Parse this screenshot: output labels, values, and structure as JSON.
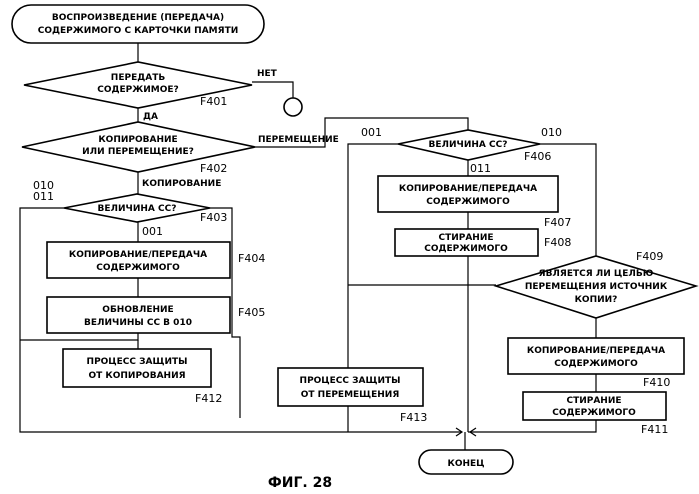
{
  "start": [
    "ВОСПРОИЗВЕДЕНИЕ (ПЕРЕДАЧА)",
    "СОДЕРЖИМОГО С КАРТОЧКИ ПАМЯТИ"
  ],
  "end": "КОНЕЦ",
  "figure_caption": "ФИГ. 28",
  "decisions": {
    "F401": {
      "text": [
        "ПЕРЕДАТЬ",
        "СОДЕРЖИМОЕ?"
      ],
      "label": "F401",
      "yes": "ДА",
      "no": "НЕТ"
    },
    "F402": {
      "text": [
        "КОПИРОВАНИЕ",
        "ИЛИ ПЕРЕМЕЩЕНИЕ?"
      ],
      "label": "F402",
      "copy": "КОПИРОВАНИЕ",
      "move": "ПЕРЕМЕЩЕНИЕ"
    },
    "F403": {
      "text": [
        "ВЕЛИЧИНА CC?"
      ],
      "label": "F403",
      "branch_001": "001",
      "branch_010": "010",
      "branch_011": "011"
    },
    "F406": {
      "text": [
        "ВЕЛИЧИНА CC?"
      ],
      "label": "F406",
      "branch_001": "001",
      "branch_010": "010",
      "branch_011": "011"
    },
    "F409": {
      "text": [
        "ЯВЛЯЕТСЯ ЛИ ЦЕЛЬЮ",
        "ПЕРЕМЕЩЕНИЯ ИСТОЧНИК",
        "КОПИИ?"
      ],
      "label": "F409"
    }
  },
  "processes": {
    "F404": {
      "text": [
        "КОПИРОВАНИЕ/ПЕРЕДАЧА",
        "СОДЕРЖИМОГО"
      ],
      "label": "F404"
    },
    "F405": {
      "text": [
        "ОБНОВЛЕНИЕ",
        "ВЕЛИЧИНЫ CC В 010"
      ],
      "label": "F405"
    },
    "F407": {
      "text": [
        "КОПИРОВАНИЕ/ПЕРЕДАЧА",
        "СОДЕРЖИМОГО"
      ],
      "label": "F407"
    },
    "F408": {
      "text": [
        "СТИРАНИЕ",
        "СОДЕРЖИМОГО"
      ],
      "label": "F408"
    },
    "F410": {
      "text": [
        "КОПИРОВАНИЕ/ПЕРЕДАЧА",
        "СОДЕРЖИМОГО"
      ],
      "label": "F410"
    },
    "F411": {
      "text": [
        "СТИРАНИЕ",
        "СОДЕРЖИМОГО"
      ],
      "label": "F411"
    },
    "F412": {
      "text": [
        "ПРОЦЕСС ЗАЩИТЫ",
        "ОТ КОПИРОВАНИЯ"
      ],
      "label": "F412"
    },
    "F413": {
      "text": [
        "ПРОЦЕСС ЗАЩИТЫ",
        "ОТ ПЕРЕМЕЩЕНИЯ"
      ],
      "label": "F413"
    }
  }
}
